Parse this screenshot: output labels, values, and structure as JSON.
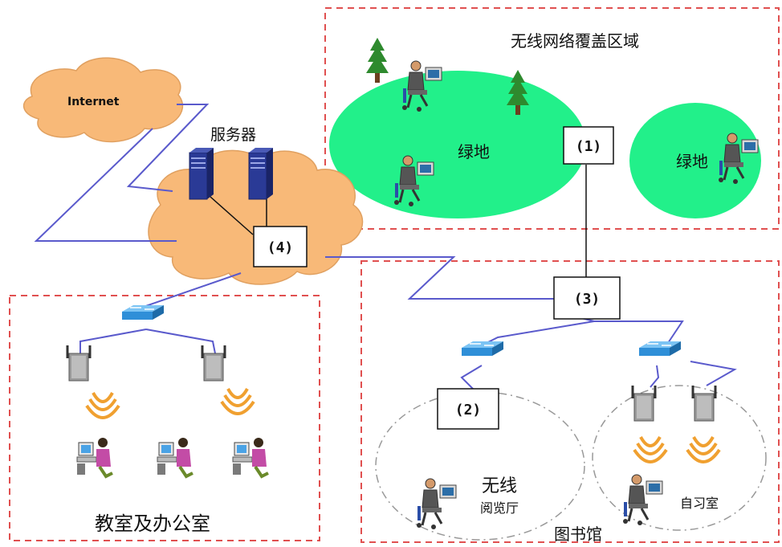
{
  "cloud_internet": {
    "label": "Internet"
  },
  "server_label": "服务器",
  "wireless_area_title": "无线网络覆盖区域",
  "green_labels": [
    "绿地",
    "绿地"
  ],
  "boxes": {
    "b1": "(1)",
    "b2": "(2)",
    "b3": "(3)",
    "b4": "(4)"
  },
  "classroom_label": "教室及办公室",
  "library_label": "图书馆",
  "reading_room_label_1": "无线",
  "reading_room_label_2": "阅览厅",
  "study_room_label": "自习室",
  "colors": {
    "cloud_fill": "#f8b978",
    "green_fill": "#22f08a",
    "dashed_border": "#e05050",
    "link": "#5a5acc",
    "switch": "#2f8fd8",
    "wave": "#f09a30"
  },
  "icons": [
    "tree-icon",
    "computer-user-icon",
    "server-icon",
    "switch-icon",
    "access-point-icon",
    "wireless-wave-icon",
    "student-computer-icon"
  ]
}
